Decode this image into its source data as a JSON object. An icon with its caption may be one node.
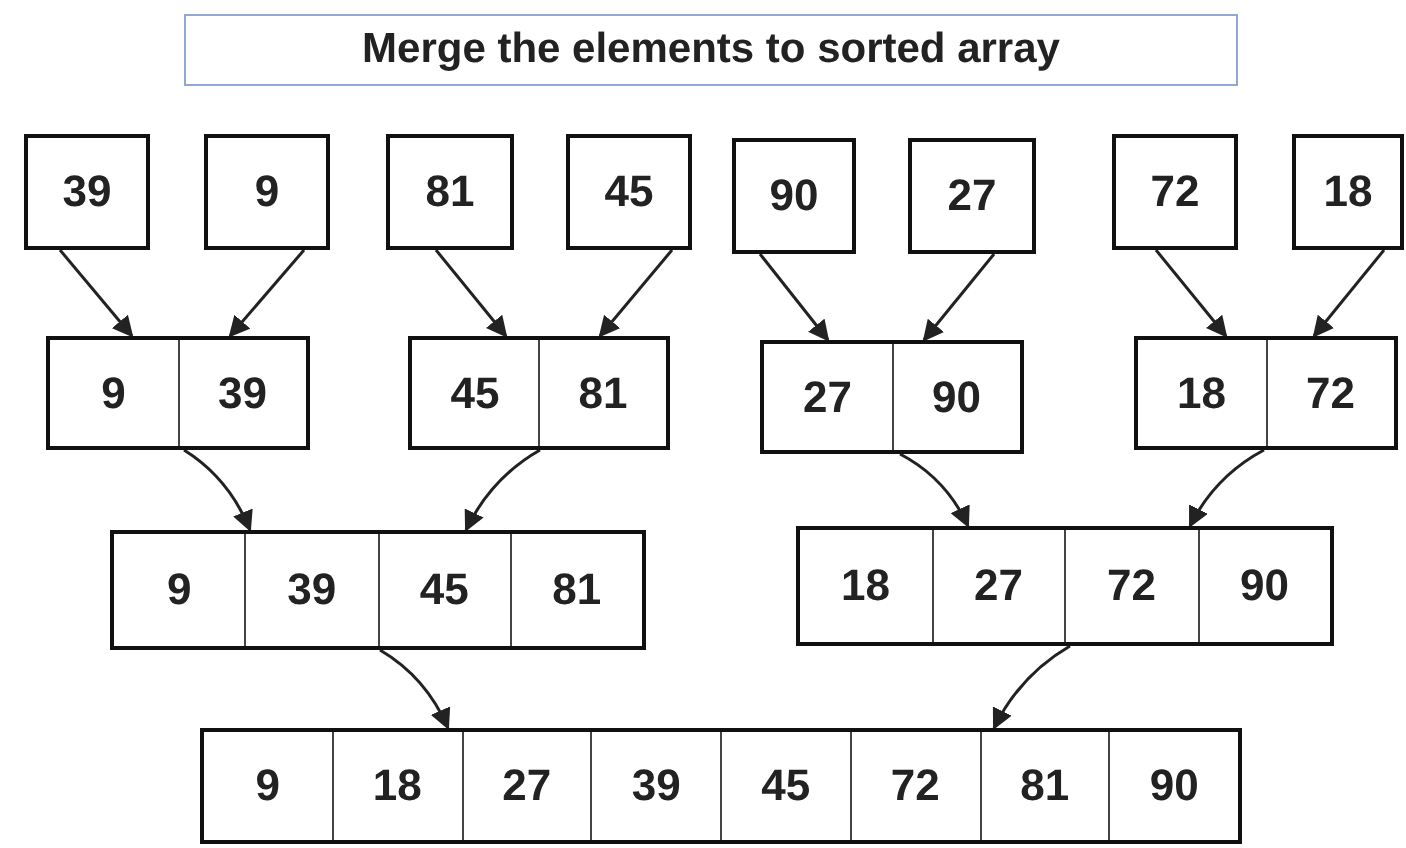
{
  "diagram": {
    "title": "Merge the elements to sorted array",
    "nodes": [
      {
        "text": [
          "39"
        ]
      },
      {
        "text": [
          "9"
        ]
      },
      {
        "text": [
          "81"
        ]
      },
      {
        "text": [
          "45"
        ]
      },
      {
        "text": [
          "90"
        ]
      },
      {
        "text": [
          "27"
        ]
      },
      {
        "text": [
          "72"
        ]
      },
      {
        "text": [
          "18"
        ]
      },
      {
        "text": [
          "9",
          "39"
        ]
      },
      {
        "text": [
          "45",
          "81"
        ]
      },
      {
        "text": [
          "27",
          "90"
        ]
      },
      {
        "text": [
          "18",
          "72"
        ]
      },
      {
        "text": [
          "9",
          "39",
          "45",
          "81"
        ]
      },
      {
        "text": [
          "18",
          "27",
          "72",
          "90"
        ]
      },
      {
        "text": [
          "9",
          "18",
          "27",
          "39",
          "45",
          "72",
          "81",
          "90"
        ]
      }
    ],
    "edges": [
      {
        "from": 0,
        "to": 8,
        "arrow": "to"
      },
      {
        "from": 1,
        "to": 8,
        "arrow": "to"
      },
      {
        "from": 2,
        "to": 9,
        "arrow": "to"
      },
      {
        "from": 3,
        "to": 9,
        "arrow": "to"
      },
      {
        "from": 4,
        "to": 10,
        "arrow": "to"
      },
      {
        "from": 5,
        "to": 10,
        "arrow": "to"
      },
      {
        "from": 6,
        "to": 11,
        "arrow": "to"
      },
      {
        "from": 7,
        "to": 11,
        "arrow": "to"
      },
      {
        "from": 8,
        "to": 12,
        "arrow": "to"
      },
      {
        "from": 9,
        "to": 12,
        "arrow": "to"
      },
      {
        "from": 10,
        "to": 13,
        "arrow": "to"
      },
      {
        "from": 11,
        "to": 13,
        "arrow": "to"
      },
      {
        "from": 12,
        "to": 14,
        "arrow": "to"
      },
      {
        "from": 13,
        "to": 14,
        "arrow": "to"
      }
    ]
  }
}
